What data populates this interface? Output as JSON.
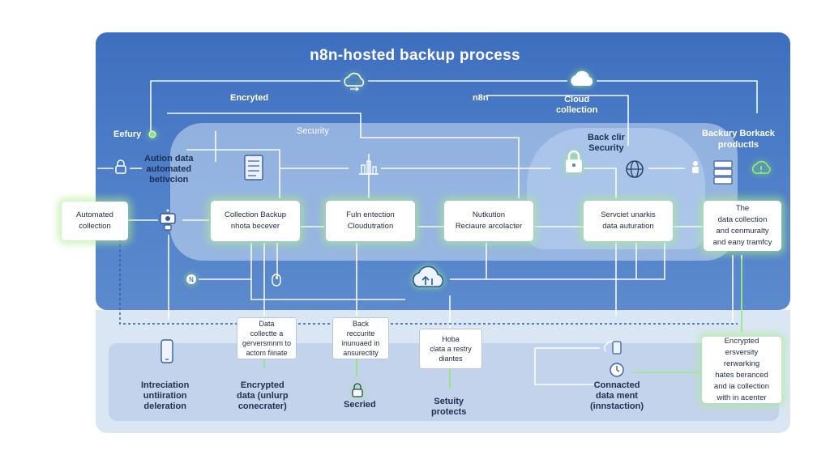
{
  "title": "n8n-hosted backup process",
  "top_labels": {
    "encrypted": "Encryted",
    "n8n": "n8n",
    "cloud_collection": "Cloud\ncollection",
    "security_mid": "Security",
    "efury": "Eefury",
    "back_clir": "Back clir\nSecurity",
    "backury": "Backury Borkack\nproductls",
    "aution": "Aution data\nautomated\nbetivcion"
  },
  "cards": {
    "automated_collection": "Automated\ncollection",
    "collection_backup": "Collection Backup\nnhota becever",
    "fuln_entection": "Fuln entection\nCloudutration",
    "nutkution": "Nutkution\nReciaure arcolacter",
    "servciet": "Servciet unarkis\ndata auturation",
    "data_collection": "The\ndata collection\nand cenmuralty\nand eany tramfcy",
    "encrypted_ersversity": "Encrypted\nersversity\nrerwarking\nhates beranced\nand ia collection\nwith in acenter"
  },
  "notes": {
    "data_collecte": "Data\ncollectte a\ngerversmnm to\nactom fiinate",
    "back_recurite": "Back\nreccurite\ninunuaed in\nansurectity",
    "hoba": "Hoba\nclata a restry\ndiantes"
  },
  "bottom_labels": {
    "intreciation": "Intreciation\nuntiiration\ndeleration",
    "encrypted_data": "Encrypted\ndata (unlurp\nconecrater)",
    "secried": "Secried",
    "setuity": "Setuity\nprotects",
    "connacted": "Connacted\ndata ment\n(innstaction)"
  },
  "colors": {
    "panel_blue": "#3e6fbf",
    "glow_green": "#8fe86a",
    "line_white": "#ffffff",
    "dash_blue": "#2b58a8"
  },
  "icons": [
    "cloud-sync-icon",
    "cloud-icon",
    "lock-icon",
    "globe-icon",
    "server-icon",
    "alert-shield-icon",
    "database-icon",
    "chart-icon",
    "phone-icon",
    "smartwatch-icon",
    "upload-cloud-icon",
    "device-icon"
  ]
}
